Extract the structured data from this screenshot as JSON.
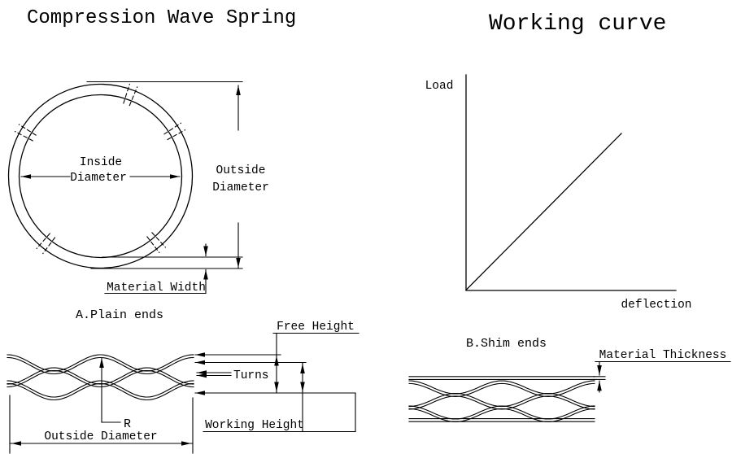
{
  "titles": {
    "left": "Compression Wave Spring",
    "right": "Working curve"
  },
  "ring": {
    "inside_diameter": {
      "line1": "Inside",
      "line2": "Diameter"
    },
    "outside_diameter": {
      "line1": "Outside",
      "line2": "Diameter"
    },
    "material_width": "Material Width"
  },
  "graph": {
    "y_label": "Load",
    "x_label": "deflection"
  },
  "sections": {
    "plain": "A.Plain ends",
    "shim": "B.Shim ends"
  },
  "dims": {
    "free_height": "Free Height",
    "turns": "Turns",
    "working_height": "Working Height",
    "radius": "R",
    "outside_diameter": "Outside Diameter",
    "material_thickness": "Material Thickness"
  },
  "colors": {
    "ink": "#000000",
    "background": "#ffffff"
  }
}
